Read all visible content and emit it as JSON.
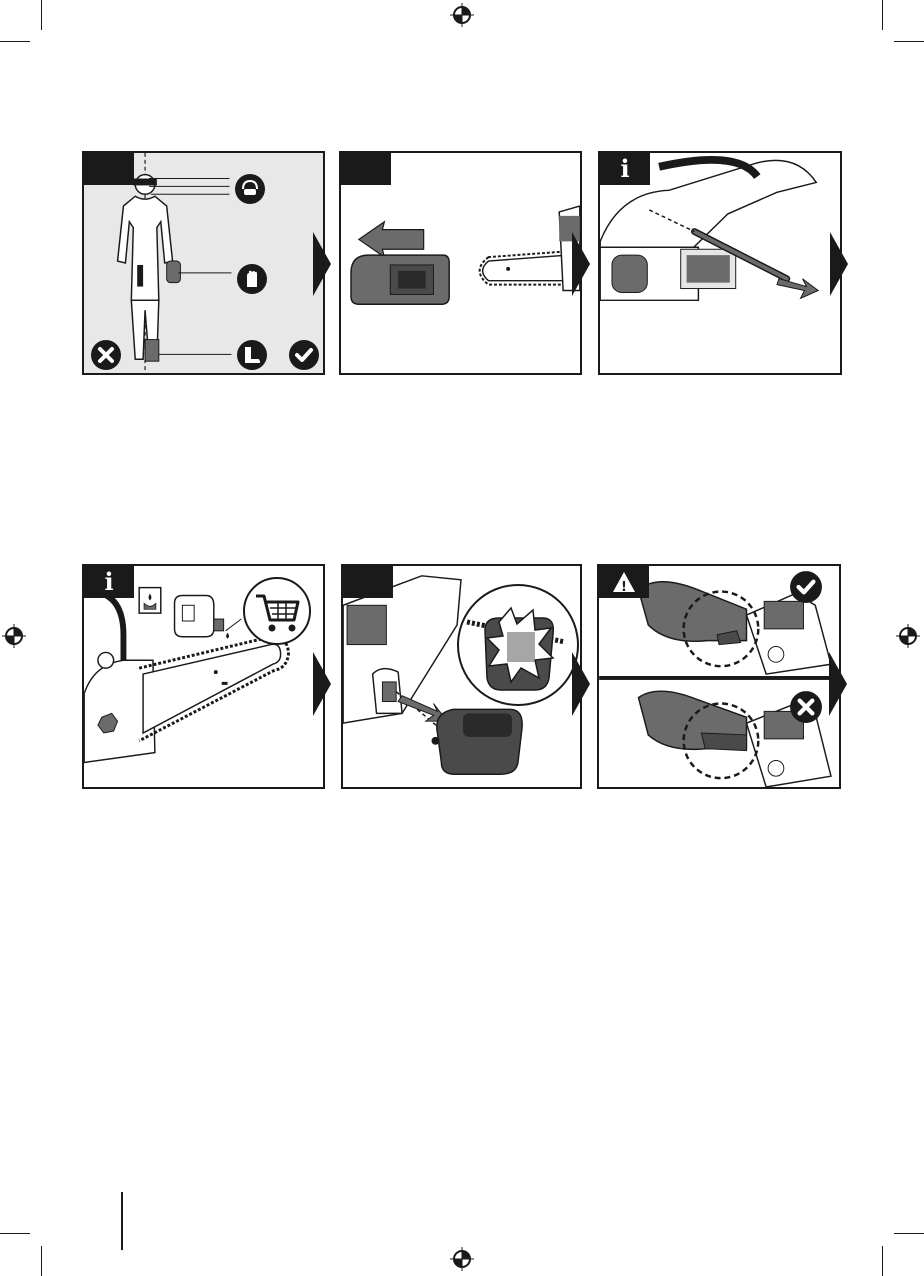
{
  "page": {
    "info_glyph": "i",
    "warning_glyph": "!",
    "colors": {
      "ink": "#1a1a1a",
      "mid_grey": "#6b6b6b",
      "light_grey": "#e6e6e6",
      "white": "#ffffff"
    }
  },
  "steps": [
    {
      "id": "ppe",
      "badge": "",
      "icons": [
        "eye-ear-protection-icon",
        "gloves-icon",
        "safety-boots-icon",
        "cross-icon",
        "check-icon"
      ]
    },
    {
      "id": "remove-cover",
      "badge": "",
      "icons": [
        "arrow-left-icon"
      ]
    },
    {
      "id": "tool-wrench",
      "badge": "i",
      "icons": [
        "info-icon",
        "arrow-right-icon"
      ]
    },
    {
      "id": "oil",
      "badge": "i",
      "icons": [
        "info-icon",
        "oil-drop-icon",
        "shopping-cart-icon"
      ]
    },
    {
      "id": "insert-battery",
      "badge": "",
      "icons": [
        "insert-arrow-icon"
      ]
    },
    {
      "id": "grip",
      "badge": "!",
      "icons": [
        "warning-icon",
        "check-icon",
        "cross-icon"
      ]
    }
  ]
}
